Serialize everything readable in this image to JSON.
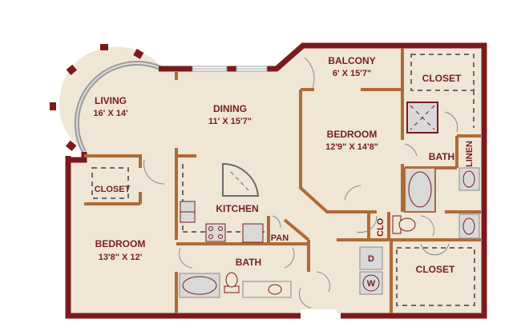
{
  "colors": {
    "floor": "#efe6d6",
    "exterior_wall": "#7b1a1c",
    "interior_wall": "#b06a37",
    "window": "#9a9a9a",
    "fixture": "#d9d9d9",
    "label": "#7a1e1e"
  },
  "rooms": {
    "living": {
      "name": "LIVING",
      "dims": "16' X 14'"
    },
    "dining": {
      "name": "DINING",
      "dims": "11' X 15'7\""
    },
    "balcony": {
      "name": "BALCONY",
      "dims": "6' X 15'7\""
    },
    "closet_master_top": {
      "name": "CLOSET"
    },
    "bedroom_master": {
      "name": "BEDROOM",
      "dims": "12'9\" X 14'8\""
    },
    "bath_master": {
      "name": "BATH"
    },
    "linen": {
      "name": "LINEN"
    },
    "closet_hall": {
      "name": "CLOSET"
    },
    "kitchen": {
      "name": "KITCHEN"
    },
    "pantry": {
      "name": "PAN"
    },
    "bedroom_second": {
      "name": "BEDROOM",
      "dims": "13'8\" X 12'"
    },
    "bath_second": {
      "name": "BATH"
    },
    "clo": {
      "name": "CLO"
    },
    "dryer": {
      "name": "D"
    },
    "washer": {
      "name": "W"
    },
    "closet_master_bottom": {
      "name": "CLOSET"
    }
  }
}
